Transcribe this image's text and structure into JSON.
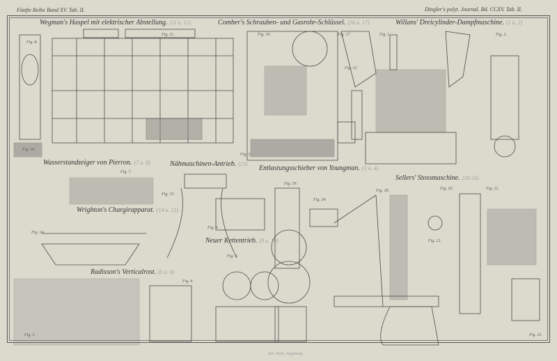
{
  "header": {
    "left": "Fünfte Reihe Band XV. Tab. II.",
    "right": "Dingler's polyt. Journal. Bd. CCXV. Tab. II."
  },
  "titles": [
    {
      "text": "Wegman's Haspel mit elektrischer Abstellung.",
      "ref": "(11 u. 12)"
    },
    {
      "text": "Comber's Schrauben- und Gasrohr-Schlüssel.",
      "ref": "(16 u. 17)"
    },
    {
      "text": "Willans' Dreicylinder-Dampfmaschine.",
      "ref": "(1 u. 2)"
    },
    {
      "text": "Wasserstandzeiger von Pierron.",
      "ref": "(7 u. 8)"
    },
    {
      "text": "Nähmaschinen-Antrieb.",
      "ref": "(13)"
    },
    {
      "text": "Entlastungsschieber von Youngman.",
      "ref": "(3 u. 4)"
    },
    {
      "text": "Sellers' Stossmaschine.",
      "ref": "(18-24)"
    },
    {
      "text": "Wrighton's Chargirapparat.",
      "ref": "(14 u. 15)"
    },
    {
      "text": "Neuer Kettentrieb.",
      "ref": "(9 u. 10)"
    },
    {
      "text": "Radisson's Verticalrost.",
      "ref": "(5 u. 6)"
    }
  ],
  "figs": [
    "Fig. 8.",
    "Fig. 11.",
    "Fig. 16.",
    "Fig. 17.",
    "Fig. 1.",
    "Fig. 2.",
    "Fig. 12.",
    "Fig. 10.",
    "Fig. 3.",
    "Fig. 7.",
    "Fig. 13.",
    "Fig. 4.",
    "Fig. 19.",
    "Fig. 24.",
    "Fig. 18.",
    "Fig. 22.",
    "Fig. 20.",
    "Fig. 21.",
    "Fig. 14.",
    "Fig. 9.",
    "Fig. 6.",
    "Fig. 5.",
    "Fig. 23."
  ],
  "imprint": "Joh. Roth, Augsburg."
}
